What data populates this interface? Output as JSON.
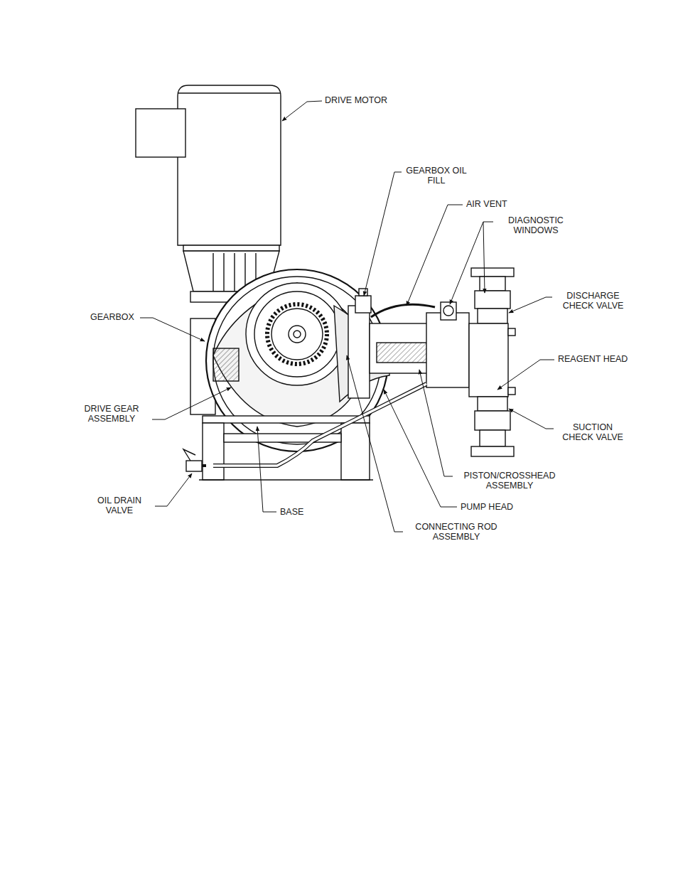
{
  "diagram": {
    "labels": [
      "DRIVE MOTOR",
      "GEARBOX OIL FILL",
      "AIR VENT",
      "DIAGNOSTIC WINDOWS",
      "DISCHARGE CHECK VALVE",
      "GEARBOX",
      "REAGENT HEAD",
      "DRIVE GEAR ASSEMBLY",
      "SUCTION CHECK VALVE",
      "PISTON/CROSSHEAD ASSEMBLY",
      "OIL DRAIN VALVE",
      "BASE",
      "PUMP HEAD",
      "CONNECTING ROD ASSEMBLY"
    ]
  }
}
